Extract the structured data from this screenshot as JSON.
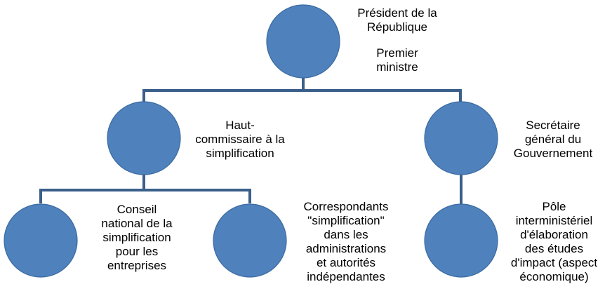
{
  "nodes": {
    "president": {
      "lines": [
        "Président de la",
        "République"
      ]
    },
    "premier_ministre": {
      "lines": [
        "Premier",
        "ministre"
      ]
    },
    "haut_commissaire": {
      "lines": [
        "Haut-",
        "commissaire à la",
        "simplification"
      ]
    },
    "secretaire_general": {
      "lines": [
        "Secrétaire",
        "général du",
        "Gouvernement"
      ]
    },
    "conseil_national": {
      "lines": [
        "Conseil",
        "national de la",
        "simplification",
        "pour les",
        "entreprises"
      ]
    },
    "correspondants": {
      "lines": [
        "Correspondants",
        "\"simplification\"",
        "dans les",
        "administrations",
        "et autorités",
        "indépendantes"
      ]
    },
    "pole_interministeriel": {
      "lines": [
        "Pôle",
        "interministériel",
        "d'élaboration",
        "des études",
        "d'impact (aspect",
        "économique)"
      ]
    }
  },
  "colors": {
    "node_fill": "#4f81bd",
    "connector": "#3b5f8a"
  }
}
